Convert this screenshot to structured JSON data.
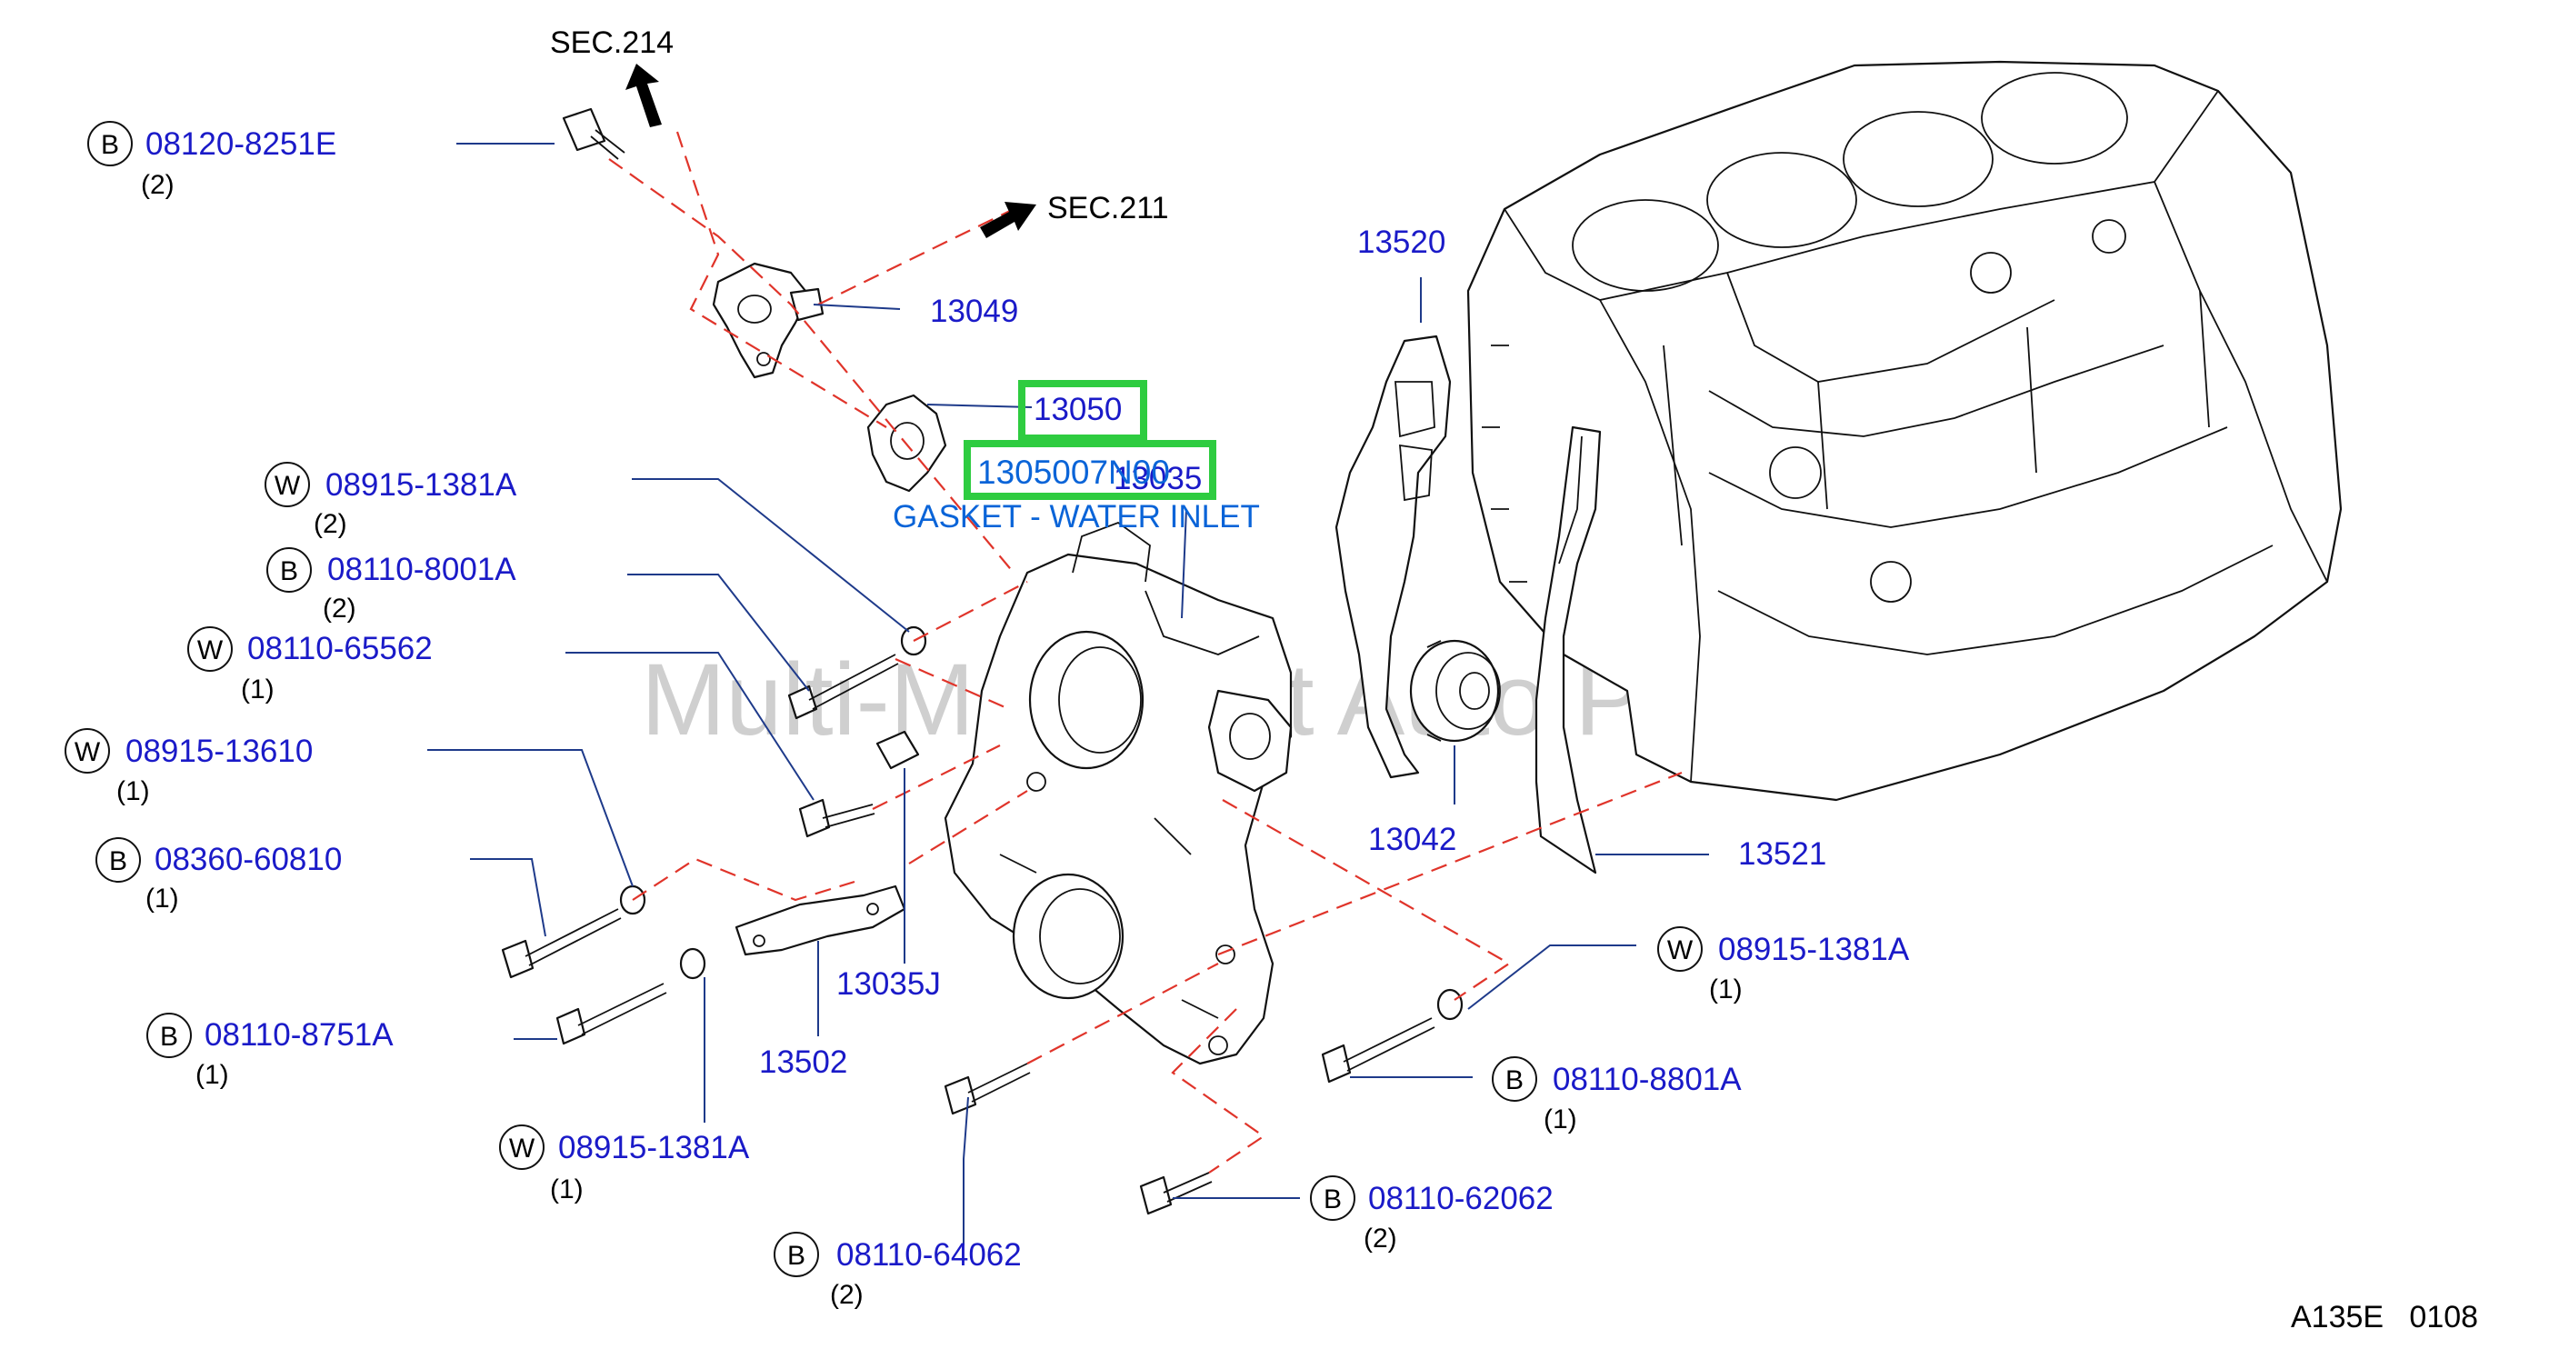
{
  "watermark": "Multi-Merchant Auto Partstore",
  "drawing_code": "A135E   0108",
  "sections": [
    {
      "label": "SEC.214"
    },
    {
      "label": "SEC.211"
    }
  ],
  "parts": [
    {
      "prefix": "B",
      "number": "08120-8251E",
      "qty": "(2)"
    },
    {
      "prefix": "",
      "number": "13049",
      "qty": ""
    },
    {
      "prefix": "",
      "number": "13050",
      "qty": ""
    },
    {
      "prefix": "",
      "number": "13035",
      "qty": ""
    },
    {
      "prefix": "W",
      "number": "08915-1381A",
      "qty": "(2)"
    },
    {
      "prefix": "B",
      "number": "08110-8001A",
      "qty": "(2)"
    },
    {
      "prefix": "W",
      "number": "08110-65562",
      "qty": "(1)"
    },
    {
      "prefix": "W",
      "number": "08915-13610",
      "qty": "(1)"
    },
    {
      "prefix": "B",
      "number": "08360-60810",
      "qty": "(1)"
    },
    {
      "prefix": "B",
      "number": "08110-8751A",
      "qty": "(1)"
    },
    {
      "prefix": "W",
      "number": "08915-1381A",
      "qty": "(1)"
    },
    {
      "prefix": "B",
      "number": "08110-64062",
      "qty": "(2)"
    },
    {
      "prefix": "",
      "number": "13035J",
      "qty": ""
    },
    {
      "prefix": "",
      "number": "13502",
      "qty": ""
    },
    {
      "prefix": "",
      "number": "13520",
      "qty": ""
    },
    {
      "prefix": "",
      "number": "13042",
      "qty": ""
    },
    {
      "prefix": "",
      "number": "13521",
      "qty": ""
    },
    {
      "prefix": "W",
      "number": "08915-1381A",
      "qty": "(1)"
    },
    {
      "prefix": "B",
      "number": "08110-8801A",
      "qty": "(1)"
    },
    {
      "prefix": "B",
      "number": "08110-62062",
      "qty": "(2)"
    }
  ],
  "highlight": {
    "part_number": "1305007N00",
    "description": "GASKET - WATER INLET",
    "highlight_color": "#2ecc40"
  }
}
